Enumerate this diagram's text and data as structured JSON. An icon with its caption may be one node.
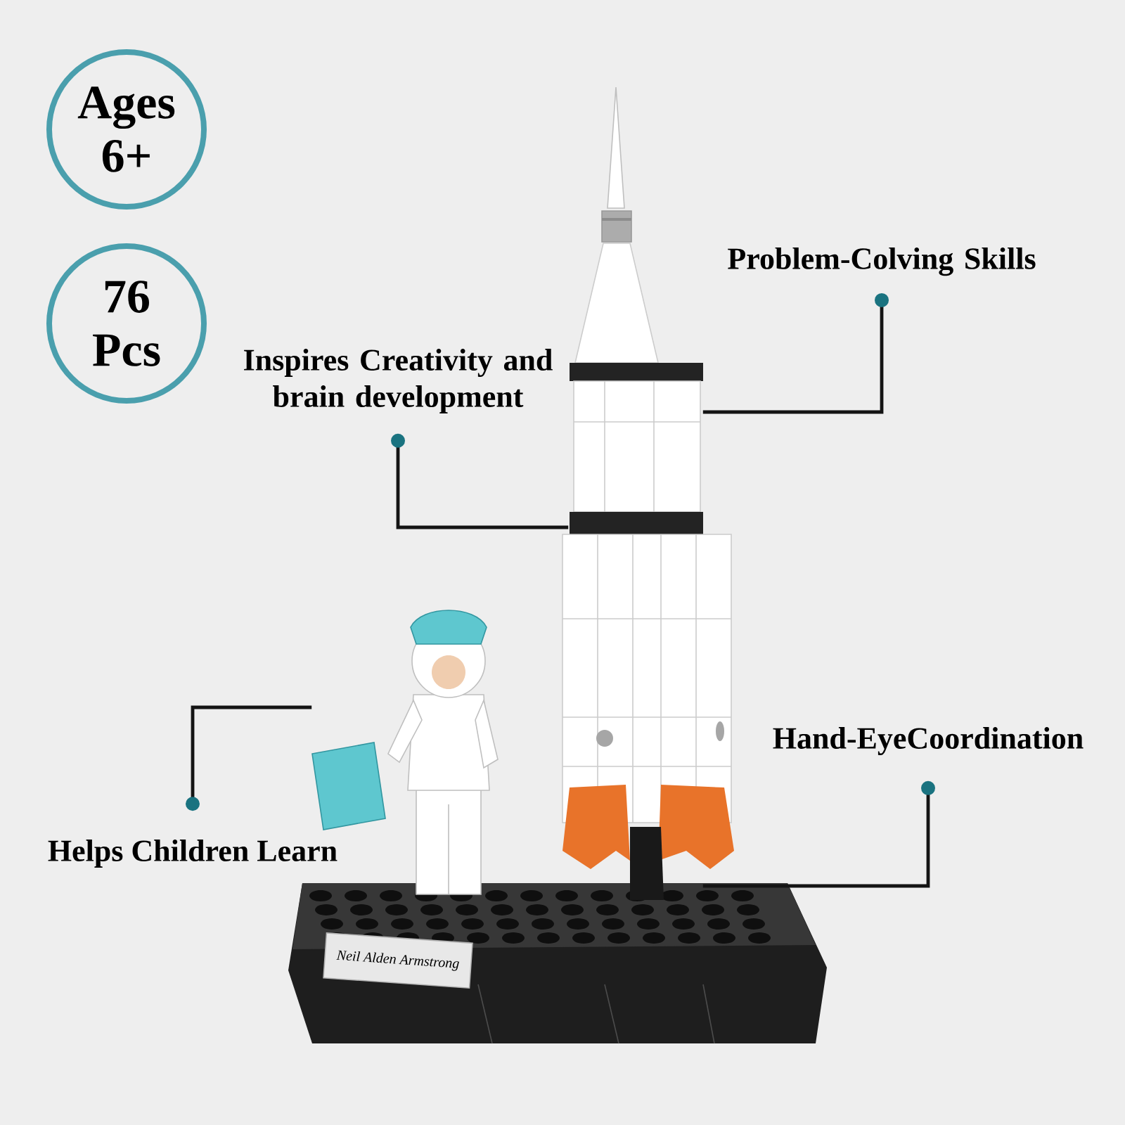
{
  "diagram": {
    "nodes": [
      {
        "text": [
          "Ages 6+"
        ]
      },
      {
        "text": [
          "76 Pcs"
        ]
      },
      {
        "text": [
          "Problem-Colving Skills"
        ]
      },
      {
        "text": [
          "Inspires Creativity and brain development"
        ]
      },
      {
        "text": [
          "Hand-EyeCoordination"
        ]
      },
      {
        "text": [
          "Helps Children Learn"
        ]
      },
      {
        "text": [],
        "shape": "picture"
      },
      {
        "text": [],
        "shape": "picture"
      },
      {
        "text": [
          "Neil Alden Armstrong"
        ]
      }
    ],
    "edges": [
      {
        "from": 2,
        "to": 6,
        "arrow": "other"
      },
      {
        "from": 3,
        "to": 6,
        "arrow": "other"
      },
      {
        "from": 4,
        "to": 6,
        "arrow": "other"
      },
      {
        "from": 5,
        "to": 7,
        "arrow": "other"
      }
    ]
  }
}
